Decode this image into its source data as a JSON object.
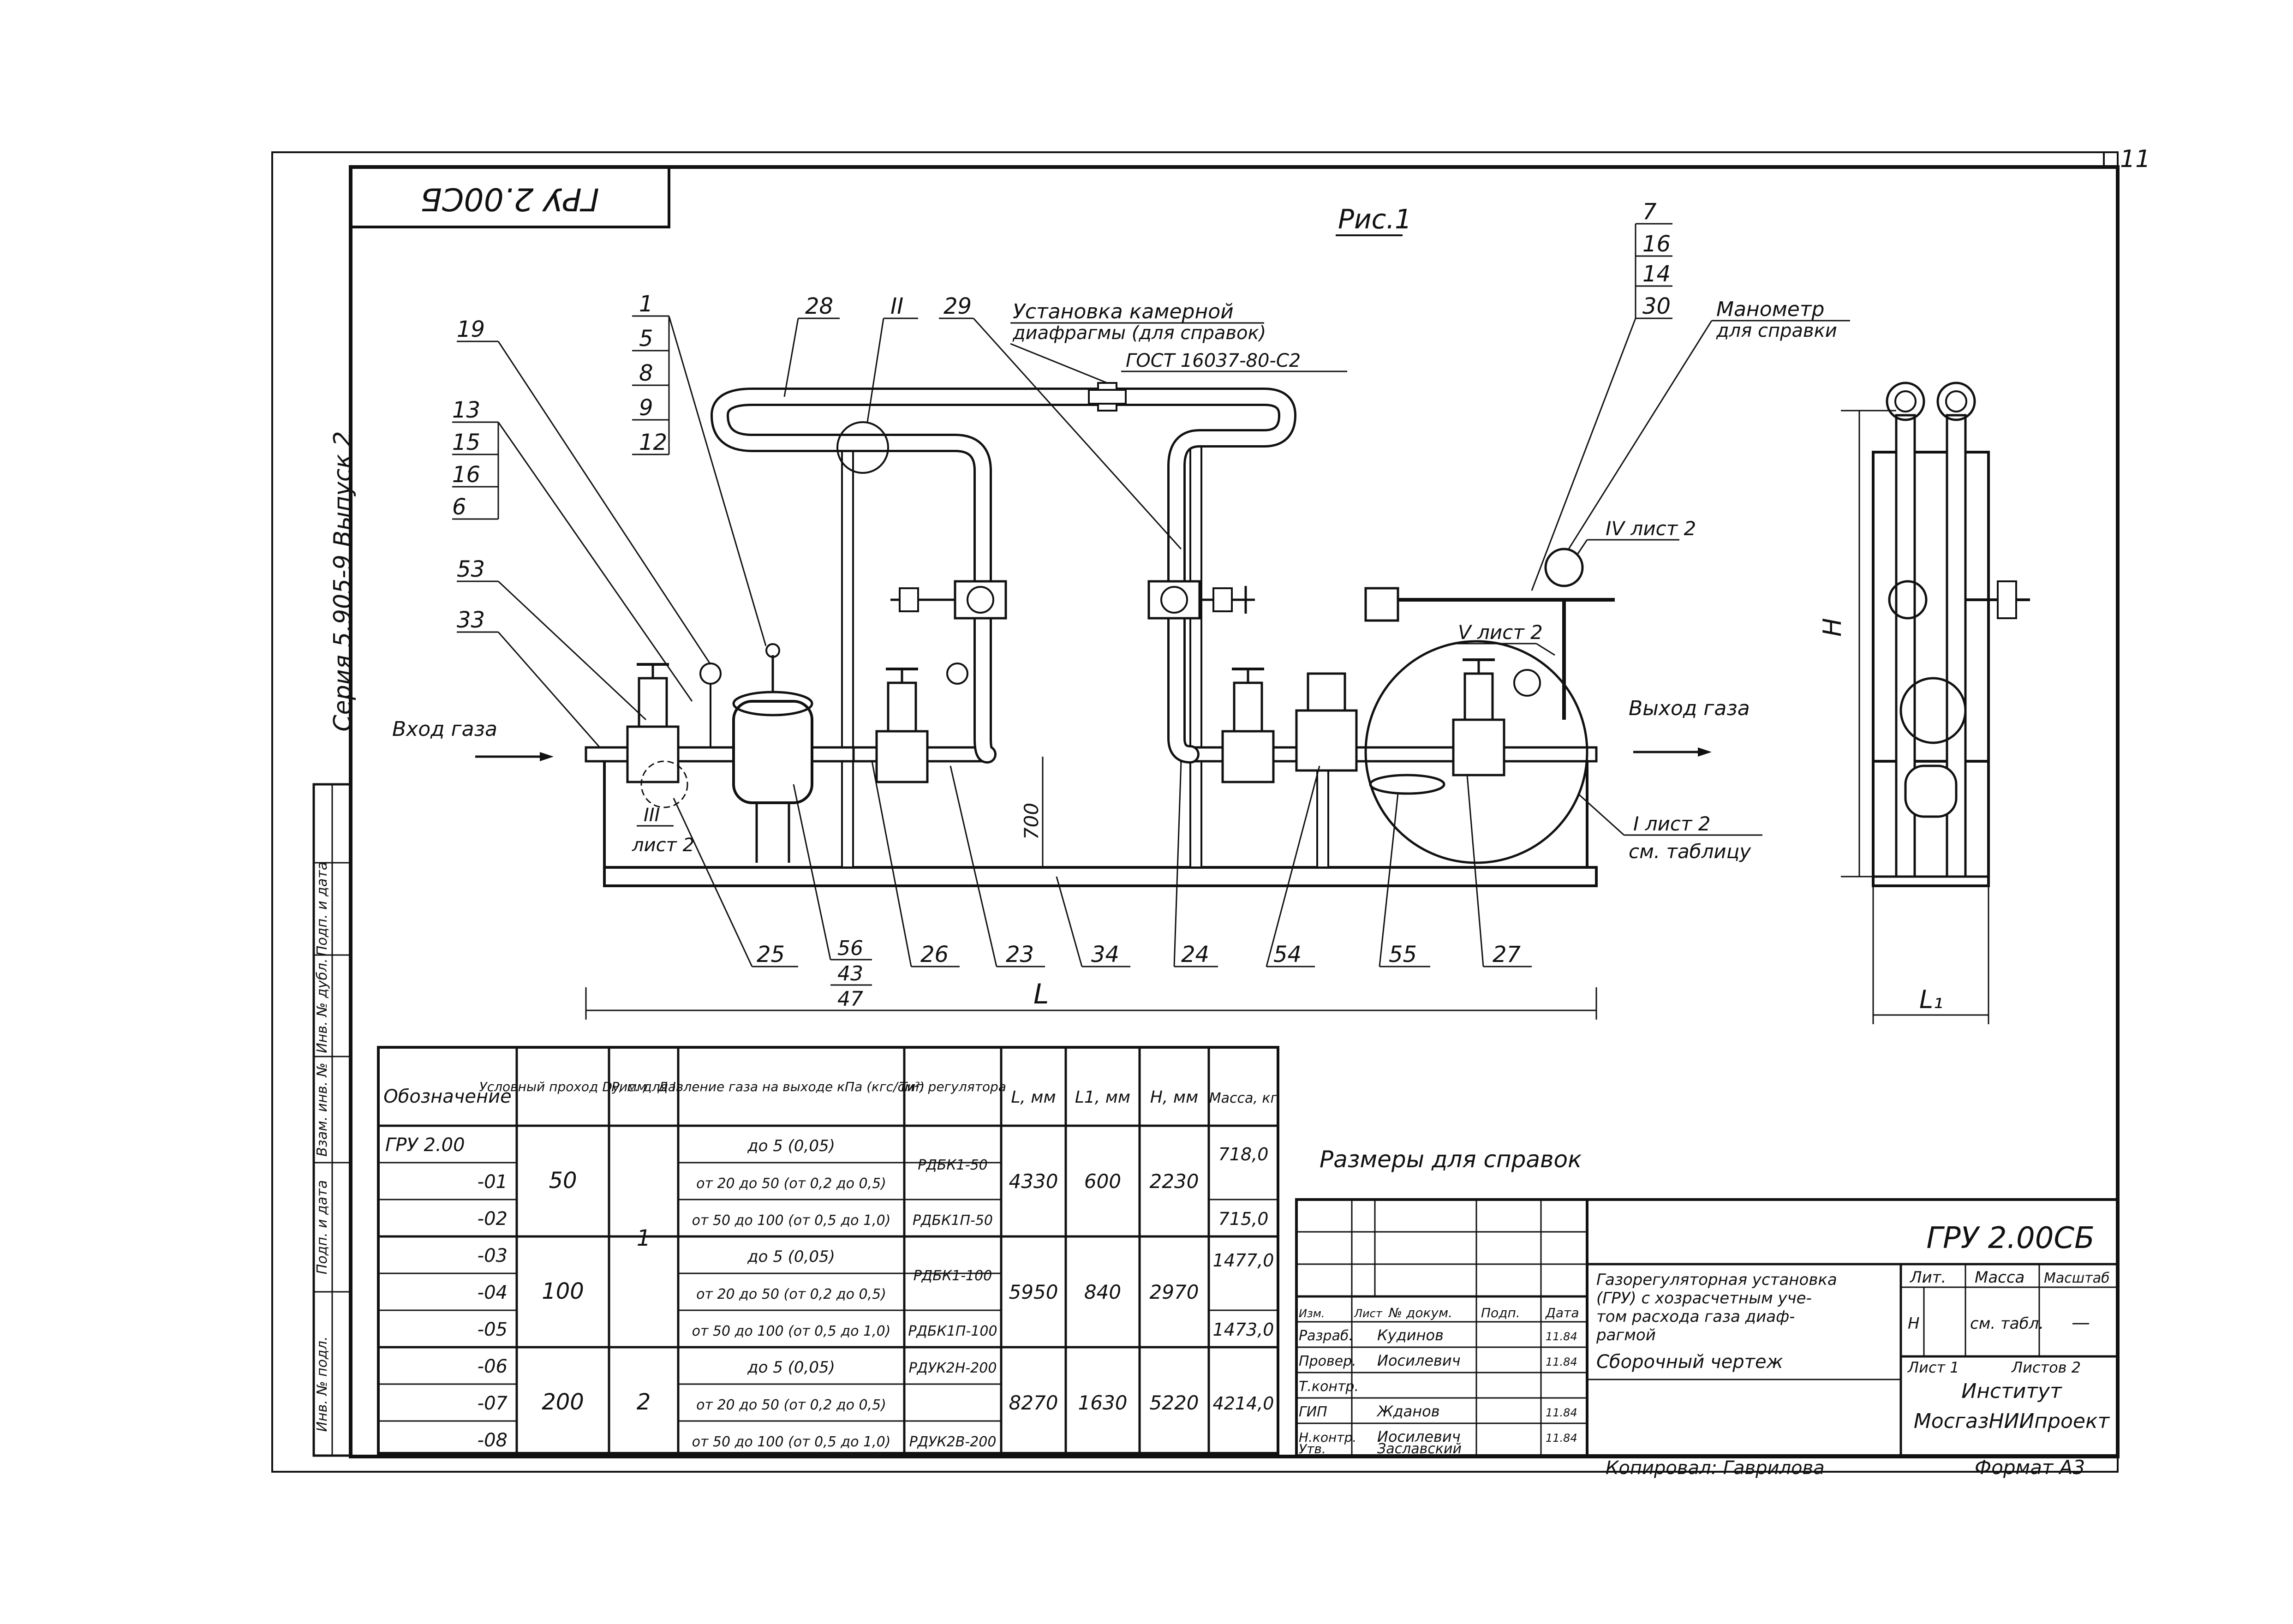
{
  "stamp_code": "ГРУ 2.00СБ",
  "series_label": "Серия 5.905-9   Выпуск 2",
  "figure_label": "Рис.1",
  "sheet_number_corner": "11",
  "inlet_label": "Вход газа",
  "outlet_label": "Выход газа",
  "orifice_note": [
    "Установка камерной",
    "диафрагмы (для справок)"
  ],
  "gost_label": "ГОСТ 16037-80-С2",
  "manometer_note": [
    "Манометр",
    "для справки"
  ],
  "callouts_left": [
    "19",
    "13",
    "15",
    "16",
    "6",
    "53",
    "33"
  ],
  "callouts_top": [
    "1",
    "5",
    "8",
    "9",
    "12"
  ],
  "callout_28": "28",
  "callout_II": "II",
  "callout_29": "29",
  "callouts_right_stack": [
    "7",
    "16",
    "14",
    "30"
  ],
  "callouts_bottom": [
    "25",
    "56",
    "43",
    "47",
    "26",
    "23",
    "34",
    "24",
    "54",
    "55",
    "27"
  ],
  "detail_refs": {
    "III": "III",
    "III_sheet": "лист 2",
    "IV": "IV лист 2",
    "V": "V лист 2",
    "I": "I  лист 2",
    "I_table": "см. таблицу"
  },
  "dimensions": {
    "d700": "700",
    "L": "L",
    "L1": "L₁",
    "H": "H"
  },
  "ref_dims_title": "Размеры для справок",
  "side_strip": [
    "Инв. № подл.",
    "Подп. и дата",
    "Взам. инв. №",
    "Инв. № дубл.",
    "Подп. и дата"
  ],
  "table": {
    "headers": [
      "Обозначение",
      "Условный проход Dy, мм",
      "Рис. для I",
      "Давление газа на выходе кПа (кгс/см²)",
      "Тип регулятора",
      "L, мм",
      "L1, мм",
      "H, мм",
      "Масса, кг"
    ],
    "rows": [
      {
        "designation": "ГРУ 2.00",
        "pressure": "до 5 (0,05)"
      },
      {
        "designation": "-01",
        "pressure": "от 20 до 50 (от 0,2 до 0,5)"
      },
      {
        "designation": "-02",
        "pressure": "от 50 до 100 (от 0,5 до 1,0)"
      },
      {
        "designation": "-03",
        "pressure": "до 5 (0,05)"
      },
      {
        "designation": "-04",
        "pressure": "от 20 до 50 (от 0,2 до 0,5)"
      },
      {
        "designation": "-05",
        "pressure": "от 50 до 100 (от 0,5 до 1,0)"
      },
      {
        "designation": "-06",
        "pressure": "до 5 (0,05)"
      },
      {
        "designation": "-07",
        "pressure": "от 20 до 50 (от 0,2 до 0,5)"
      },
      {
        "designation": "-08",
        "pressure": "от 50 до 100 (от 0,5 до 1,0)"
      }
    ],
    "dy": [
      "50",
      "100",
      "200"
    ],
    "fig": [
      "1",
      "2"
    ],
    "regulators": [
      "РДБК1-50",
      "РДБК1П-50",
      "РДБК1-100",
      "РДБК1П-100",
      "РДУК2Н-200",
      "РДУК2В-200"
    ],
    "L": [
      "4330",
      "5950",
      "8270"
    ],
    "L1": [
      "600",
      "840",
      "1630"
    ],
    "H": [
      "2230",
      "2970",
      "5220"
    ],
    "mass": [
      "718,0",
      "715,0",
      "1477,0",
      "1473,0",
      "4214,0"
    ]
  },
  "title_block": {
    "code": "ГРУ 2.00СБ",
    "name": [
      "Газорегуляторная установка",
      "(ГРУ) с хозрасчетным уче-",
      "том расхода газа диаф-",
      "рагмой"
    ],
    "doc_type": "Сборочный чертеж",
    "col_headers": [
      "Изм.",
      "Лист",
      "№ докум.",
      "Подп.",
      "Дата"
    ],
    "roles": [
      "Разраб.",
      "Провер.",
      "Т.контр.",
      "ГИП",
      "Н.контр.",
      "Утв."
    ],
    "names": [
      "Кудинов",
      "Иосилевич",
      "",
      "Жданов",
      "Иосилевич",
      "Заславский"
    ],
    "dates": [
      "11.84",
      "11.84",
      "",
      "11.84",
      "11.84",
      ""
    ],
    "lit_label": "Лит.",
    "mass_label": "Масса",
    "scale_label": "Масштаб",
    "lit_value": "Н",
    "mass_value": "см. табл.",
    "scale_value": "—",
    "sheet_label": "Лист 1",
    "sheets_label": "Листов 2",
    "org": [
      "Институт",
      "МосгазНИИпроект"
    ]
  },
  "copied_by": "Копировал: Гаврилова",
  "format": "Формат А3"
}
